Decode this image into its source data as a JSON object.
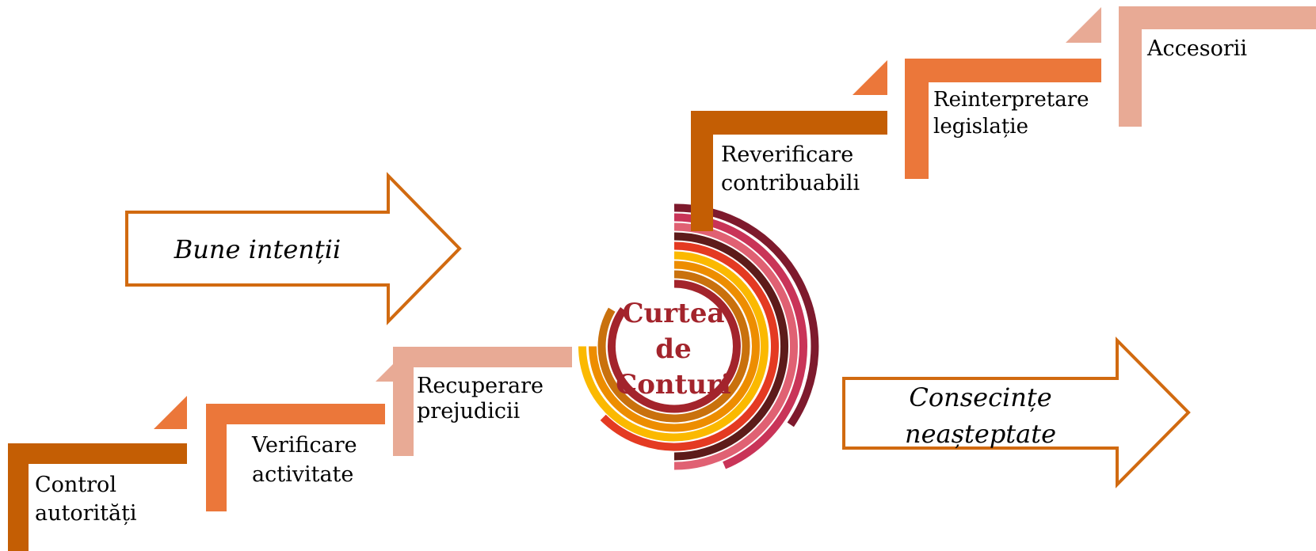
{
  "colors": {
    "step_dark": "#c45e04",
    "step_mid": "#eb773a",
    "step_light": "#e8aa95",
    "arrow_outline": "#d16a10",
    "center_text": "#a3242c",
    "rings": [
      "#7e1a2d",
      "#c93458",
      "#e06173",
      "#5d1b1a",
      "#e43a22",
      "#fbb900",
      "#ed8d00",
      "#c9710d",
      "#a3242c"
    ]
  },
  "center": {
    "line1": "Curtea",
    "line2": "de",
    "line3": "Conturi"
  },
  "arrows": {
    "left": "Bune intenții",
    "right_line1": "Consecințe",
    "right_line2": "neașteptate"
  },
  "steps_lower": {
    "control_1": "Control",
    "control_2": "autorități",
    "verificare_1": "Verificare",
    "verificare_2": "activitate",
    "recuperare_1": "Recuperare",
    "recuperare_2": "prejudicii"
  },
  "steps_upper": {
    "reverificare_1": "Reverificare",
    "reverificare_2": "contribuabili",
    "reinterpretare_1": "Reinterpretare",
    "reinterpretare_2": "legislație",
    "accesorii": "Accesorii"
  }
}
